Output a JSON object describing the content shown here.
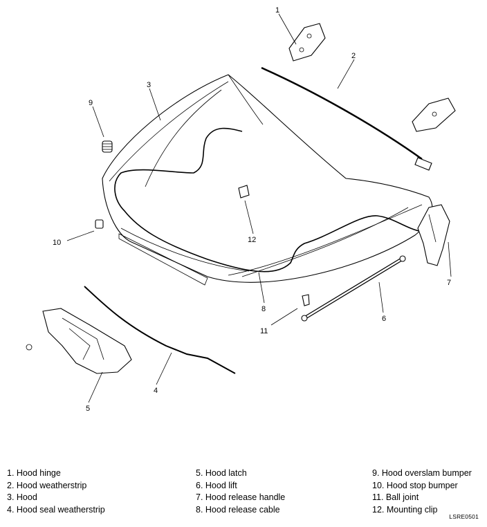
{
  "callouts": {
    "c1": "1",
    "c2": "2",
    "c3": "3",
    "c4": "4",
    "c5": "5",
    "c6": "6",
    "c7": "7",
    "c8": "8",
    "c9": "9",
    "c10": "10",
    "c11": "11",
    "c12": "12"
  },
  "legend": {
    "col1": [
      "1. Hood hinge",
      "2. Hood weatherstrip",
      "3. Hood",
      "4. Hood seal weatherstrip"
    ],
    "col2": [
      "5. Hood latch",
      "6. Hood lift",
      "7. Hood release handle",
      "8. Hood release cable"
    ],
    "col3": [
      "9. Hood overslam bumper",
      "10. Hood stop bumper",
      "11. Ball joint",
      "12. Mounting clip"
    ]
  },
  "figure_code": "LSRE0501"
}
